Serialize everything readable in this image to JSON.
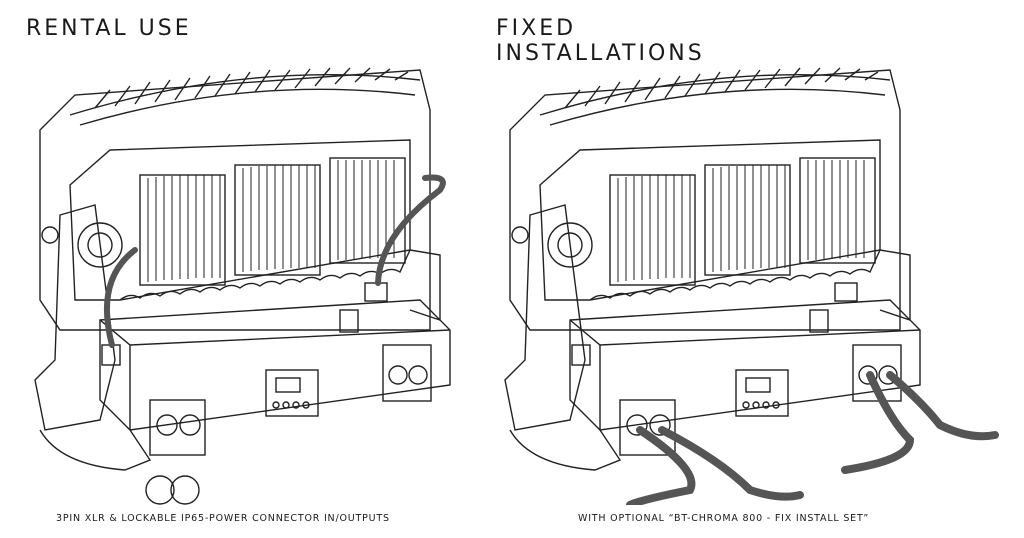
{
  "left": {
    "heading": "RENTAL USE",
    "caption": "3PIN XLR & LOCKABLE IP65-POWER CONNECTOR IN/OUTPUTS"
  },
  "right": {
    "heading": "FIXED\nINSTALLATIONS",
    "caption": "WITH OPTIONAL “BT-CHROMA 800 - FIX INSTALL SET”"
  },
  "colors": {
    "line": "#222222",
    "cable": "#555555",
    "background": "#ffffff"
  },
  "icons": {
    "fixture": "led-flood-fixture-drawing",
    "cable": "cable-icon",
    "connector": "connector-icon"
  }
}
